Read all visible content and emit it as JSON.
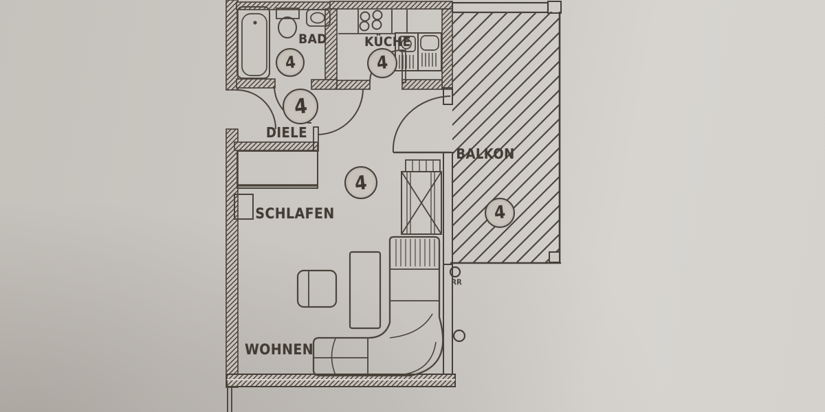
{
  "document": {
    "type": "apartment-floor-plan",
    "style": "scanned hand-drawn architectural drawing"
  },
  "rooms": [
    {
      "id": "bad",
      "label": "BAD"
    },
    {
      "id": "kueche",
      "label": "KÜCHE"
    },
    {
      "id": "diele",
      "label": "DIELE"
    },
    {
      "id": "schlafen",
      "label": "SCHLAFEN"
    },
    {
      "id": "wohnen",
      "label": "WOHNEN"
    },
    {
      "id": "balkon",
      "label": "BALKON"
    }
  ],
  "markers": [
    {
      "room": "bad",
      "value": "4"
    },
    {
      "room": "kueche",
      "value": "4"
    },
    {
      "room": "diele",
      "value": "4"
    },
    {
      "room": "wohnen",
      "value": "4"
    },
    {
      "room": "balkon",
      "value": "4"
    }
  ],
  "annotations": {
    "rain_pipe": "RR"
  },
  "fixtures": [
    "bathtub",
    "toilet",
    "wash-basin",
    "stove-4-burners",
    "kitchen-sink-unit",
    "wardrobe",
    "shelf-box",
    "armchair",
    "coffee-table",
    "corner-sofa",
    "cross-hatched-cabinet",
    "rain-pipe-circles"
  ],
  "colors": {
    "paper": "#cdc9c4",
    "paper_light": "#d7d4d0",
    "ink": "#453f38",
    "wall_hatch": "#4d463e"
  }
}
